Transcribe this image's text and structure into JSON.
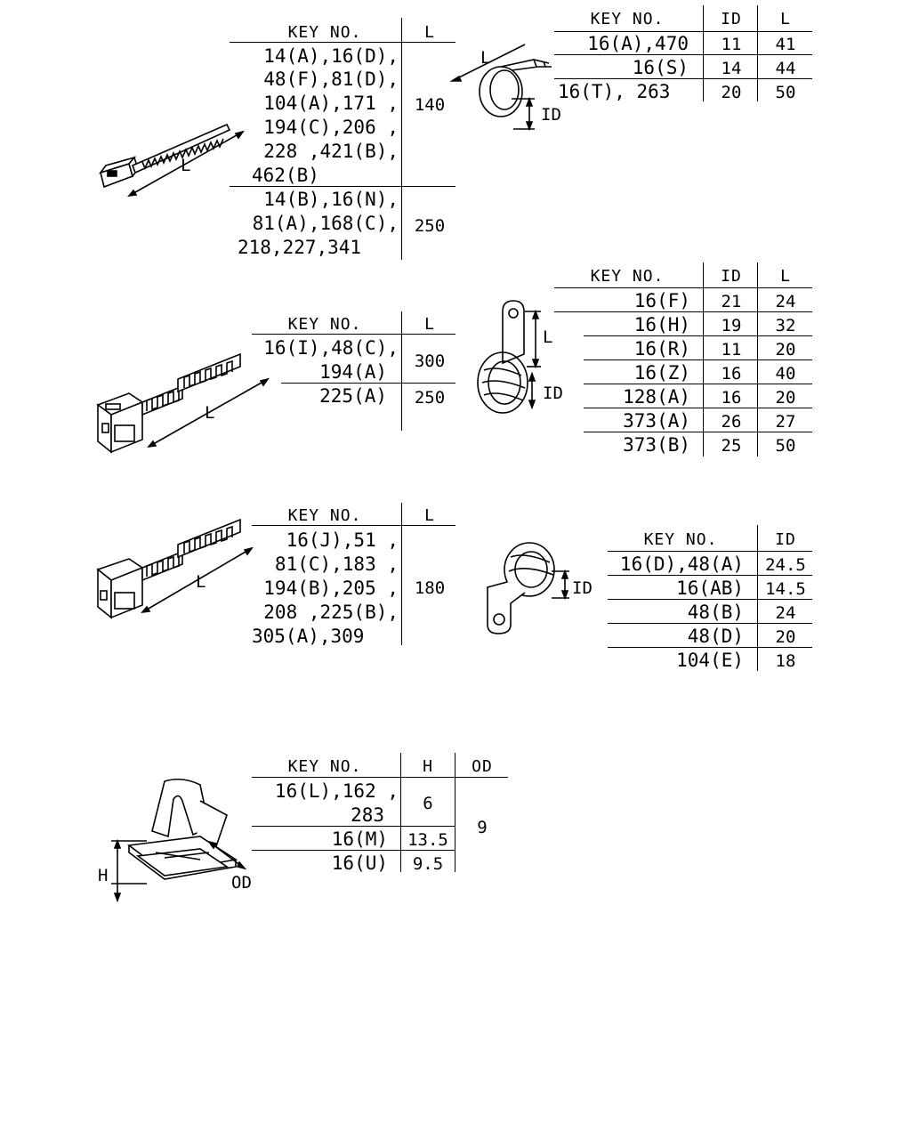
{
  "tie_short": {
    "headers": {
      "key": "KEY NO.",
      "l": "L"
    },
    "rows": [
      {
        "keys": [
          "14(A),16(D),",
          "48(F),81(D),",
          "104(A),171 ,",
          "194(C),206 ,",
          "228 ,421(B),",
          "462(B)"
        ],
        "l": "140"
      },
      {
        "keys": [
          "14(B),16(N),",
          "81(A),168(C),",
          "218,227,341"
        ],
        "l": "250"
      }
    ],
    "dim_label": "L"
  },
  "clamp_ring": {
    "headers": {
      "key": "KEY NO.",
      "id": "ID",
      "l": "L"
    },
    "rows": [
      {
        "key": "16(A),470",
        "id": "11",
        "l": "41"
      },
      {
        "key": "16(S)",
        "id": "14",
        "l": "44"
      },
      {
        "key": "16(T), 263",
        "id": "20",
        "l": "50"
      }
    ],
    "dim_l": "L",
    "dim_id": "ID"
  },
  "tie_long": {
    "headers": {
      "key": "KEY NO.",
      "l": "L"
    },
    "rows": [
      {
        "keys": [
          "16(I),48(C),",
          "194(A)"
        ],
        "l": "300"
      },
      {
        "keys": [
          "225(A)"
        ],
        "l": "250"
      }
    ],
    "dim_label": "L"
  },
  "clamp_tab": {
    "headers": {
      "key": "KEY NO.",
      "id": "ID",
      "l": "L"
    },
    "rows": [
      {
        "key": "16(F)",
        "id": "21",
        "l": "24"
      },
      {
        "key": "16(H)",
        "id": "19",
        "l": "32"
      },
      {
        "key": "16(R)",
        "id": "11",
        "l": "20"
      },
      {
        "key": "16(Z)",
        "id": "16",
        "l": "40"
      },
      {
        "key": "128(A)",
        "id": "16",
        "l": "20"
      },
      {
        "key": "373(A)",
        "id": "26",
        "l": "27"
      },
      {
        "key": "373(B)",
        "id": "25",
        "l": "50"
      }
    ],
    "dim_l": "L",
    "dim_id": "ID"
  },
  "tie_mid": {
    "headers": {
      "key": "KEY NO.",
      "l": "L"
    },
    "rows": [
      {
        "keys": [
          "16(J),51 ,",
          "81(C),183 ,",
          "194(B),205 ,",
          "208 ,225(B),",
          "305(A),309"
        ],
        "l": "180"
      }
    ],
    "dim_label": "L"
  },
  "clamp_p": {
    "headers": {
      "key": "KEY NO.",
      "id": "ID"
    },
    "rows": [
      {
        "key": "16(D),48(A)",
        "id": "24.5"
      },
      {
        "key": "16(AB)",
        "id": "14.5"
      },
      {
        "key": "48(B)",
        "id": "24"
      },
      {
        "key": "48(D)",
        "id": "20"
      },
      {
        "key": "104(E)",
        "id": "18"
      }
    ],
    "dim_id": "ID"
  },
  "clip": {
    "headers": {
      "key": "KEY NO.",
      "h": "H",
      "od": "OD"
    },
    "rows": [
      {
        "keys": [
          "16(L),162 ,",
          "283"
        ],
        "h": "6"
      },
      {
        "keys": [
          "16(M)"
        ],
        "h": "13.5"
      },
      {
        "keys": [
          "16(U)"
        ],
        "h": "9.5"
      }
    ],
    "od_value": "9",
    "dim_h": "H",
    "dim_od": "OD"
  }
}
